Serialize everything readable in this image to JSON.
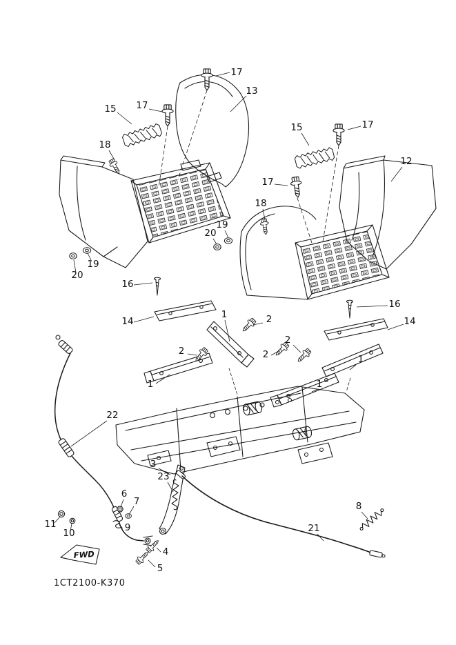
{
  "diagram": {
    "code": "1CT2100-K370",
    "fwd_label": "FWD",
    "line_color": "#1a1a1a",
    "background": "#ffffff",
    "type": "exploded-parts-diagram",
    "subject": "stand / footrest assembly"
  },
  "callouts": [
    {
      "label": "17"
    },
    {
      "label": "13"
    },
    {
      "label": "15"
    },
    {
      "label": "17"
    },
    {
      "label": "18"
    },
    {
      "label": "15"
    },
    {
      "label": "17"
    },
    {
      "label": "12"
    },
    {
      "label": "17"
    },
    {
      "label": "18"
    },
    {
      "label": "19"
    },
    {
      "label": "20"
    },
    {
      "label": "19"
    },
    {
      "label": "20"
    },
    {
      "label": "16"
    },
    {
      "label": "14"
    },
    {
      "label": "1"
    },
    {
      "label": "2"
    },
    {
      "label": "2"
    },
    {
      "label": "16"
    },
    {
      "label": "14"
    },
    {
      "label": "2"
    },
    {
      "label": "2"
    },
    {
      "label": "1"
    },
    {
      "label": "1"
    },
    {
      "label": "1"
    },
    {
      "label": "22"
    },
    {
      "label": "3"
    },
    {
      "label": "23"
    },
    {
      "label": "6"
    },
    {
      "label": "7"
    },
    {
      "label": "11"
    },
    {
      "label": "10"
    },
    {
      "label": "9"
    },
    {
      "label": "4"
    },
    {
      "label": "5"
    },
    {
      "label": "8"
    },
    {
      "label": "21"
    }
  ]
}
